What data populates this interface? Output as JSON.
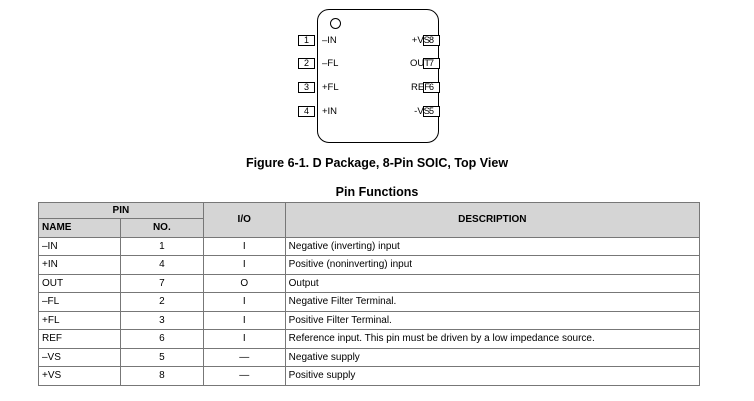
{
  "package": {
    "left_pins": [
      {
        "num": "1",
        "label": "–IN"
      },
      {
        "num": "2",
        "label": "–FL"
      },
      {
        "num": "3",
        "label": "+FL"
      },
      {
        "num": "4",
        "label": "+IN"
      }
    ],
    "right_pins": [
      {
        "num": "8",
        "label": "+VS"
      },
      {
        "num": "7",
        "label": "OUT"
      },
      {
        "num": "6",
        "label": "REF"
      },
      {
        "num": "5",
        "label": "-VS"
      }
    ]
  },
  "figure_caption": "Figure 6-1. D Package, 8-Pin SOIC, Top View",
  "table_title": "Pin Functions",
  "table": {
    "headers": {
      "pin": "PIN",
      "name": "NAME",
      "no": "NO.",
      "io": "I/O",
      "description": "DESCRIPTION"
    },
    "rows": [
      {
        "name": "–IN",
        "no": "1",
        "io": "I",
        "description": "Negative (inverting) input"
      },
      {
        "name": "+IN",
        "no": "4",
        "io": "I",
        "description": "Positive (noninverting) input"
      },
      {
        "name": "OUT",
        "no": "7",
        "io": "O",
        "description": "Output"
      },
      {
        "name": "–FL",
        "no": "2",
        "io": "I",
        "description": "Negative Filter Terminal."
      },
      {
        "name": "+FL",
        "no": "3",
        "io": "I",
        "description": "Positive Filter Terminal."
      },
      {
        "name": "REF",
        "no": "6",
        "io": "I",
        "description": "Reference input. This pin must be driven by a low impedance source."
      },
      {
        "name": "–VS",
        "no": "5",
        "io": "—",
        "description": "Negative supply"
      },
      {
        "name": "+VS",
        "no": "8",
        "io": "—",
        "description": "Positive supply"
      }
    ]
  }
}
